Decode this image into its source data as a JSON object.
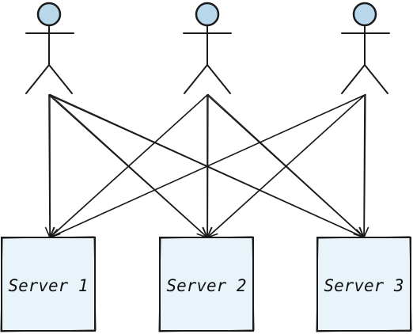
{
  "users": [
    {
      "id": "user-1"
    },
    {
      "id": "user-2"
    },
    {
      "id": "user-3"
    }
  ],
  "servers": [
    {
      "label": "Server 1"
    },
    {
      "label": "Server 2"
    },
    {
      "label": "Server 3"
    }
  ],
  "connections": "each user connects to every server",
  "colors": {
    "stroke": "#1a1a1a",
    "head_fill": "#b9d7ea",
    "server_fill": "#e8f4fa"
  }
}
